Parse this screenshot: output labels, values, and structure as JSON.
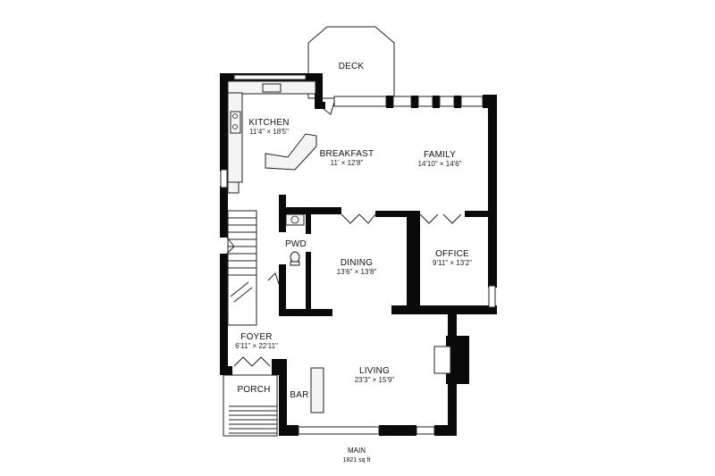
{
  "plan": {
    "rooms": [
      {
        "id": "deck",
        "name": "DECK",
        "dims": ""
      },
      {
        "id": "kitchen",
        "name": "KITCHEN",
        "dims": "11'4\" × 18'5\""
      },
      {
        "id": "breakfast",
        "name": "BREAKFAST",
        "dims": "11' × 12'8\""
      },
      {
        "id": "family",
        "name": "FAMILY",
        "dims": "14'10\" × 14'6\""
      },
      {
        "id": "pwd",
        "name": "PWD",
        "dims": ""
      },
      {
        "id": "dining",
        "name": "DINING",
        "dims": "13'6\" × 13'8\""
      },
      {
        "id": "office",
        "name": "OFFICE",
        "dims": "9'11\" × 13'2\""
      },
      {
        "id": "foyer",
        "name": "FOYER",
        "dims": "6'11\" × 22'11\""
      },
      {
        "id": "living",
        "name": "LIVING",
        "dims": "23'3\" × 15'9\""
      },
      {
        "id": "porch",
        "name": "PORCH",
        "dims": ""
      },
      {
        "id": "bar",
        "name": "BAR",
        "dims": ""
      }
    ],
    "footer": {
      "title": "MAIN",
      "area": "1821 sq ft"
    }
  }
}
